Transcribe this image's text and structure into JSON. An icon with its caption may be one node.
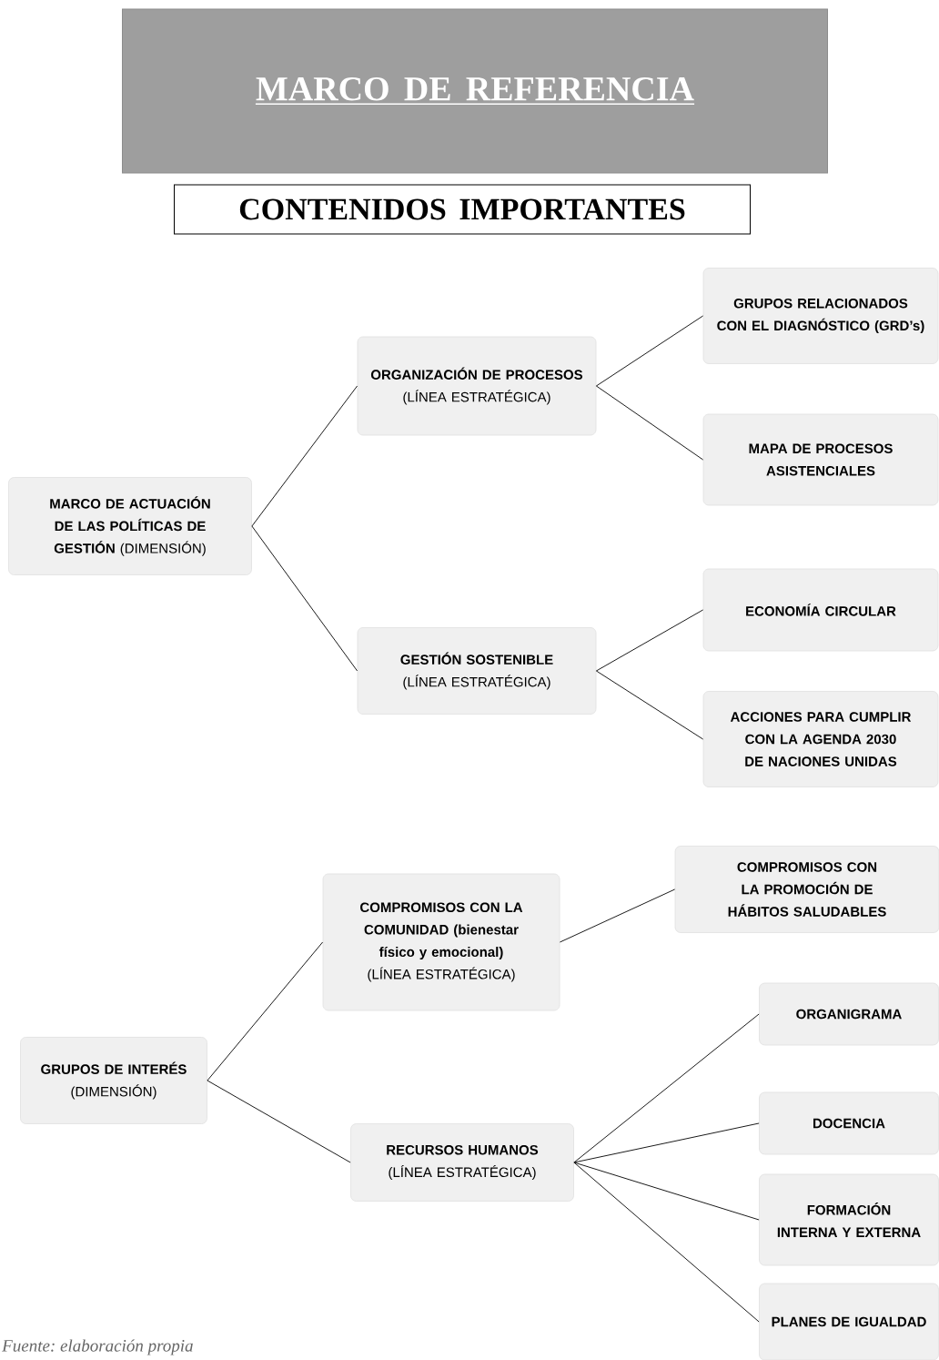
{
  "diagram": {
    "caption": "Fuente: elaboración propia",
    "nodes": [
      {
        "text": [
          "MARCO DE REFERENCIA"
        ]
      },
      {
        "text": [
          "CONTENIDOS IMPORTANTES"
        ]
      },
      {
        "text": [
          "**MARCO DE ACTUACIÓN DE LAS POLÍTICAS DE GESTIÓN** (DIMENSIÓN)"
        ]
      },
      {
        "text": [
          "ORGANIZACIÓN DE PROCESOS",
          "(LÍNEA ESTRATÉGICA)"
        ]
      },
      {
        "text": [
          "GRUPOS RELACIONADOS CON EL DIAGNÓSTICO (GRD’s)"
        ]
      },
      {
        "text": [
          "MAPA DE PROCESOS ASISTENCIALES"
        ]
      },
      {
        "text": [
          "GESTIÓN SOSTENIBLE",
          "(LÍNEA ESTRATÉGICA)"
        ]
      },
      {
        "text": [
          "ECONOMÍA CIRCULAR"
        ]
      },
      {
        "text": [
          "ACCIONES PARA CUMPLIR CON LA AGENDA 2030 DE NACIONES UNIDAS"
        ]
      },
      {
        "text": [
          "GRUPOS DE INTERÉS",
          "(DIMENSIÓN)"
        ]
      },
      {
        "text": [
          "COMPROMISOS CON LA COMUNIDAD (bienestar físico y emocional)",
          "(LÍNEA ESTRATÉGICA)"
        ]
      },
      {
        "text": [
          "COMPROMISOS CON LA PROMOCIÓN DE HÁBITOS SALUDABLES"
        ]
      },
      {
        "text": [
          "RECURSOS HUMANOS",
          "(LÍNEA ESTRATÉGICA)"
        ]
      },
      {
        "text": [
          "ORGANIGRAMA"
        ]
      },
      {
        "text": [
          "DOCENCIA"
        ]
      },
      {
        "text": [
          "FORMACIÓN INTERNA Y EXTERNA"
        ]
      },
      {
        "text": [
          "PLANES DE IGUALDAD"
        ]
      }
    ],
    "edges": [
      {
        "from": 2,
        "to": 3,
        "arrow": "none"
      },
      {
        "from": 2,
        "to": 6,
        "arrow": "none"
      },
      {
        "from": 3,
        "to": 4,
        "arrow": "none"
      },
      {
        "from": 3,
        "to": 5,
        "arrow": "none"
      },
      {
        "from": 6,
        "to": 7,
        "arrow": "none"
      },
      {
        "from": 6,
        "to": 8,
        "arrow": "none"
      },
      {
        "from": 9,
        "to": 10,
        "arrow": "none"
      },
      {
        "from": 9,
        "to": 12,
        "arrow": "none"
      },
      {
        "from": 10,
        "to": 11,
        "arrow": "none"
      },
      {
        "from": 12,
        "to": 13,
        "arrow": "none"
      },
      {
        "from": 12,
        "to": 14,
        "arrow": "none"
      },
      {
        "from": 12,
        "to": 15,
        "arrow": "none"
      },
      {
        "from": 12,
        "to": 16,
        "arrow": "none"
      }
    ]
  }
}
